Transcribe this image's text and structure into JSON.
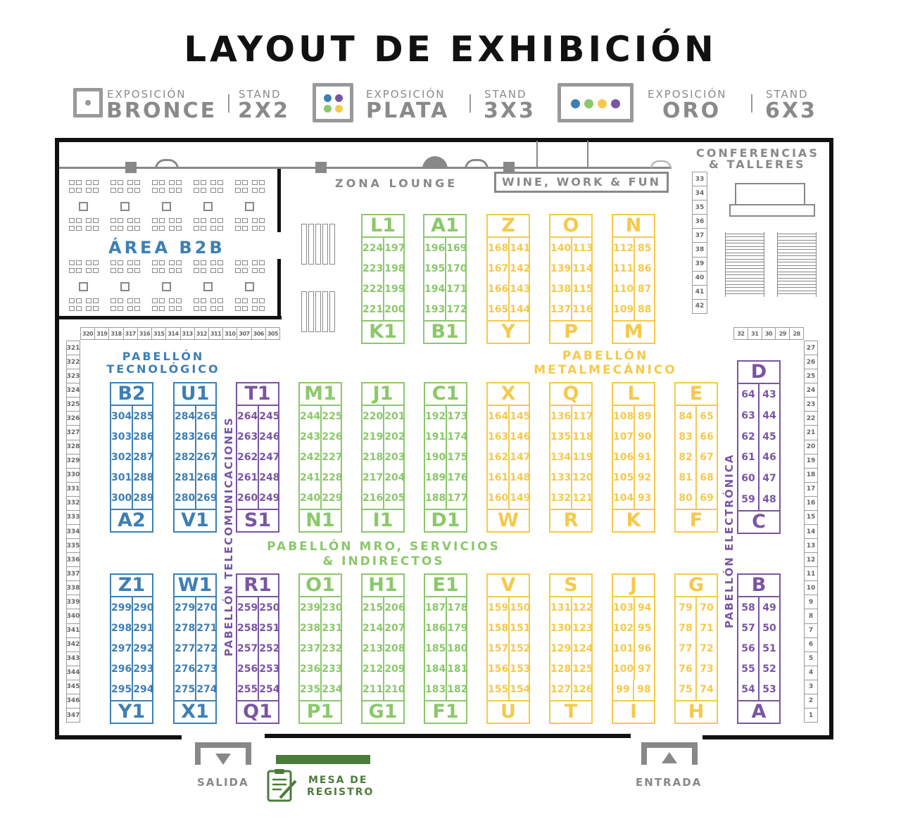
{
  "title": "LAYOUT DE EXHIBICIÓN",
  "legend": [
    {
      "label_small": "EXPOSICIÓN",
      "label_big": "BRONCE",
      "stand_small": "STAND",
      "stand_big": "2X2"
    },
    {
      "label_small": "EXPOSICIÓN",
      "label_big": "PLATA",
      "stand_small": "STAND",
      "stand_big": "3X3"
    },
    {
      "label_small": "EXPOSICIÓN",
      "label_big": "ORO",
      "stand_small": "STAND",
      "stand_big": "6X3"
    }
  ],
  "colors": {
    "blue": "#3d7fb5",
    "purple": "#7a55a3",
    "green": "#8bc86a",
    "yellow": "#f6c94a",
    "gray": "#8c8c8c",
    "dark_green": "#4a7c3a"
  },
  "areas": {
    "b2b": "ÁREA B2B",
    "lounge": "ZONA LOUNGE",
    "wine": "WINE, WORK & FUN",
    "conf_line1": "CONFERENCIAS",
    "conf_line2": "& TALLERES",
    "exit": "SALIDA",
    "entrance": "ENTRADA",
    "registration_line1": "MESA DE",
    "registration_line2": "REGISTRO"
  },
  "pavilions": {
    "tech_line1": "PABELLÓN",
    "tech_line2": "TECNOLÓGICO",
    "metal_line1": "PABELLÓN",
    "metal_line2": "METALMECÁNICO",
    "mro_line1": "PABELLÓN MRO, SERVICIOS",
    "mro_line2": "& INDIRECTOS",
    "telecom": "PABELLÓN TELECOMUNICACIONES",
    "electronics": "PABELLÓN ELECTRÓNICA"
  },
  "blocks_upper": [
    {
      "top": "L1",
      "bottom": "K1",
      "color": "green",
      "rows": [
        [
          "224",
          "197"
        ],
        [
          "223",
          "198"
        ],
        [
          "222",
          "199"
        ],
        [
          "221",
          "200"
        ]
      ]
    },
    {
      "top": "A1",
      "bottom": "B1",
      "color": "green",
      "rows": [
        [
          "196",
          "169"
        ],
        [
          "195",
          "170"
        ],
        [
          "194",
          "171"
        ],
        [
          "193",
          "172"
        ]
      ]
    },
    {
      "top": "Z",
      "bottom": "Y",
      "color": "yellow",
      "rows": [
        [
          "168",
          "141"
        ],
        [
          "167",
          "142"
        ],
        [
          "166",
          "143"
        ],
        [
          "165",
          "144"
        ]
      ]
    },
    {
      "top": "O",
      "bottom": "P",
      "color": "yellow",
      "rows": [
        [
          "140",
          "113"
        ],
        [
          "139",
          "114"
        ],
        [
          "138",
          "115"
        ],
        [
          "137",
          "116"
        ]
      ]
    },
    {
      "top": "N",
      "bottom": "M",
      "color": "yellow",
      "rows": [
        [
          "112",
          "85"
        ],
        [
          "111",
          "86"
        ],
        [
          "110",
          "87"
        ],
        [
          "109",
          "88"
        ]
      ]
    }
  ],
  "blocks_middle": [
    {
      "top": "B2",
      "bottom": "A2",
      "color": "blue",
      "rows": [
        [
          "304",
          "285"
        ],
        [
          "303",
          "286"
        ],
        [
          "302",
          "287"
        ],
        [
          "301",
          "288"
        ],
        [
          "300",
          "289"
        ]
      ]
    },
    {
      "top": "U1",
      "bottom": "V1",
      "color": "blue",
      "rows": [
        [
          "284",
          "265"
        ],
        [
          "283",
          "266"
        ],
        [
          "282",
          "267"
        ],
        [
          "281",
          "268"
        ],
        [
          "280",
          "269"
        ]
      ]
    },
    {
      "top": "T1",
      "bottom": "S1",
      "color": "purple",
      "rows": [
        [
          "264",
          "245"
        ],
        [
          "263",
          "246"
        ],
        [
          "262",
          "247"
        ],
        [
          "261",
          "248"
        ],
        [
          "260",
          "249"
        ]
      ]
    },
    {
      "top": "M1",
      "bottom": "N1",
      "color": "green",
      "rows": [
        [
          "244",
          "225"
        ],
        [
          "243",
          "226"
        ],
        [
          "242",
          "227"
        ],
        [
          "241",
          "228"
        ],
        [
          "240",
          "229"
        ]
      ]
    },
    {
      "top": "J1",
      "bottom": "I1",
      "color": "green",
      "rows": [
        [
          "220",
          "201"
        ],
        [
          "219",
          "202"
        ],
        [
          "218",
          "203"
        ],
        [
          "217",
          "204"
        ],
        [
          "216",
          "205"
        ]
      ]
    },
    {
      "top": "C1",
      "bottom": "D1",
      "color": "green",
      "rows": [
        [
          "192",
          "173"
        ],
        [
          "191",
          "174"
        ],
        [
          "190",
          "175"
        ],
        [
          "189",
          "176"
        ],
        [
          "188",
          "177"
        ]
      ]
    },
    {
      "top": "X",
      "bottom": "W",
      "color": "yellow",
      "rows": [
        [
          "164",
          "145"
        ],
        [
          "163",
          "146"
        ],
        [
          "162",
          "147"
        ],
        [
          "161",
          "148"
        ],
        [
          "160",
          "149"
        ]
      ]
    },
    {
      "top": "Q",
      "bottom": "R",
      "color": "yellow",
      "rows": [
        [
          "136",
          "117"
        ],
        [
          "135",
          "118"
        ],
        [
          "134",
          "119"
        ],
        [
          "133",
          "120"
        ],
        [
          "132",
          "121"
        ]
      ]
    },
    {
      "top": "L",
      "bottom": "K",
      "color": "yellow",
      "rows": [
        [
          "108",
          "89"
        ],
        [
          "107",
          "90"
        ],
        [
          "106",
          "91"
        ],
        [
          "105",
          "92"
        ],
        [
          "104",
          "93"
        ]
      ]
    },
    {
      "top": "E",
      "bottom": "F",
      "color": "yellow",
      "rows": [
        [
          "84",
          "65"
        ],
        [
          "83",
          "66"
        ],
        [
          "82",
          "67"
        ],
        [
          "81",
          "68"
        ],
        [
          "80",
          "69"
        ]
      ]
    },
    {
      "top": "D",
      "bottom": "C",
      "color": "purple",
      "rows": [
        [
          "64",
          "43"
        ],
        [
          "63",
          "44"
        ],
        [
          "62",
          "45"
        ],
        [
          "61",
          "46"
        ],
        [
          "60",
          "47"
        ],
        [
          "59",
          "48"
        ]
      ]
    }
  ],
  "blocks_lower": [
    {
      "top": "Z1",
      "bottom": "Y1",
      "color": "blue",
      "rows": [
        [
          "299",
          "290"
        ],
        [
          "298",
          "291"
        ],
        [
          "297",
          "292"
        ],
        [
          "296",
          "293"
        ],
        [
          "295",
          "294"
        ]
      ]
    },
    {
      "top": "W1",
      "bottom": "X1",
      "color": "blue",
      "rows": [
        [
          "279",
          "270"
        ],
        [
          "278",
          "271"
        ],
        [
          "277",
          "272"
        ],
        [
          "276",
          "273"
        ],
        [
          "275",
          "274"
        ]
      ]
    },
    {
      "top": "R1",
      "bottom": "Q1",
      "color": "purple",
      "rows": [
        [
          "259",
          "250"
        ],
        [
          "258",
          "251"
        ],
        [
          "257",
          "252"
        ],
        [
          "256",
          "253"
        ],
        [
          "255",
          "254"
        ]
      ]
    },
    {
      "top": "O1",
      "bottom": "P1",
      "color": "green",
      "rows": [
        [
          "239",
          "230"
        ],
        [
          "238",
          "231"
        ],
        [
          "237",
          "232"
        ],
        [
          "236",
          "233"
        ],
        [
          "235",
          "234"
        ]
      ]
    },
    {
      "top": "H1",
      "bottom": "G1",
      "color": "green",
      "rows": [
        [
          "215",
          "206"
        ],
        [
          "214",
          "207"
        ],
        [
          "213",
          "208"
        ],
        [
          "212",
          "209"
        ],
        [
          "211",
          "210"
        ]
      ]
    },
    {
      "top": "E1",
      "bottom": "F1",
      "color": "green",
      "rows": [
        [
          "187",
          "178"
        ],
        [
          "186",
          "179"
        ],
        [
          "185",
          "180"
        ],
        [
          "184",
          "181"
        ],
        [
          "183",
          "182"
        ]
      ]
    },
    {
      "top": "V",
      "bottom": "U",
      "color": "yellow",
      "rows": [
        [
          "159",
          "150"
        ],
        [
          "158",
          "151"
        ],
        [
          "157",
          "152"
        ],
        [
          "156",
          "153"
        ],
        [
          "155",
          "154"
        ]
      ]
    },
    {
      "top": "S",
      "bottom": "T",
      "color": "yellow",
      "rows": [
        [
          "131",
          "122"
        ],
        [
          "130",
          "123"
        ],
        [
          "129",
          "124"
        ],
        [
          "128",
          "125"
        ],
        [
          "127",
          "126"
        ]
      ]
    },
    {
      "top": "J",
      "bottom": "I",
      "color": "yellow",
      "rows": [
        [
          "103",
          "94"
        ],
        [
          "102",
          "95"
        ],
        [
          "101",
          "96"
        ],
        [
          "100",
          "97"
        ],
        [
          "99",
          "98"
        ]
      ]
    },
    {
      "top": "G",
      "bottom": "H",
      "color": "yellow",
      "rows": [
        [
          "79",
          "70"
        ],
        [
          "78",
          "71"
        ],
        [
          "77",
          "72"
        ],
        [
          "76",
          "73"
        ],
        [
          "75",
          "74"
        ]
      ]
    },
    {
      "top": "B",
      "bottom": "A",
      "color": "purple",
      "rows": [
        [
          "58",
          "49"
        ],
        [
          "57",
          "50"
        ],
        [
          "56",
          "51"
        ],
        [
          "55",
          "52"
        ],
        [
          "54",
          "53"
        ]
      ]
    }
  ],
  "small_stands": {
    "left_column": [
      "321",
      "322",
      "323",
      "324",
      "325",
      "326",
      "327",
      "328",
      "329",
      "330",
      "331",
      "332",
      "333",
      "334",
      "335",
      "336",
      "337",
      "338",
      "339",
      "340",
      "341",
      "342",
      "343",
      "344",
      "345",
      "346",
      "347"
    ],
    "top_left_row": [
      "320",
      "319",
      "318",
      "317",
      "316",
      "315",
      "314",
      "313",
      "312",
      "311",
      "310",
      "307",
      "306",
      "305"
    ],
    "right_column": [
      "27",
      "26",
      "25",
      "24",
      "23",
      "22",
      "21",
      "20",
      "19",
      "18",
      "17",
      "16",
      "15",
      "14",
      "13",
      "12",
      "11",
      "10",
      "9",
      "8",
      "7",
      "6",
      "5",
      "4",
      "3",
      "2",
      "1"
    ],
    "top_right_row": [
      "32",
      "31",
      "30",
      "29",
      "28"
    ],
    "conf_column": [
      "33",
      "34",
      "35",
      "36",
      "37",
      "38",
      "39",
      "40",
      "41",
      "42"
    ]
  }
}
